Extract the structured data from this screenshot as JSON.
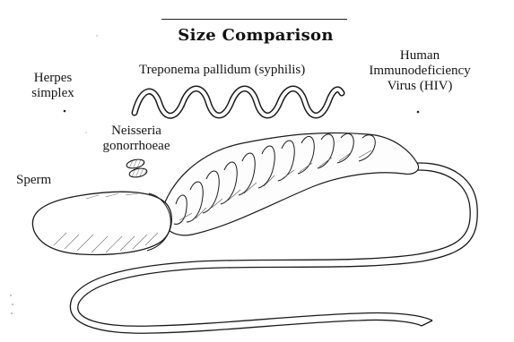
{
  "diagram": {
    "title": "Size Comparison",
    "labels": {
      "herpes": [
        "Herpes",
        "simplex"
      ],
      "treponema": "Treponema pallidum (syphilis)",
      "hiv": [
        "Human",
        "Immunodeficiency",
        "Virus (HIV)"
      ],
      "neisseria": [
        "Neisseria",
        "gonorrhoeae"
      ],
      "sperm": "Sperm"
    },
    "ink_color": "#1a1a1a",
    "paper_color": "#ffffff"
  }
}
